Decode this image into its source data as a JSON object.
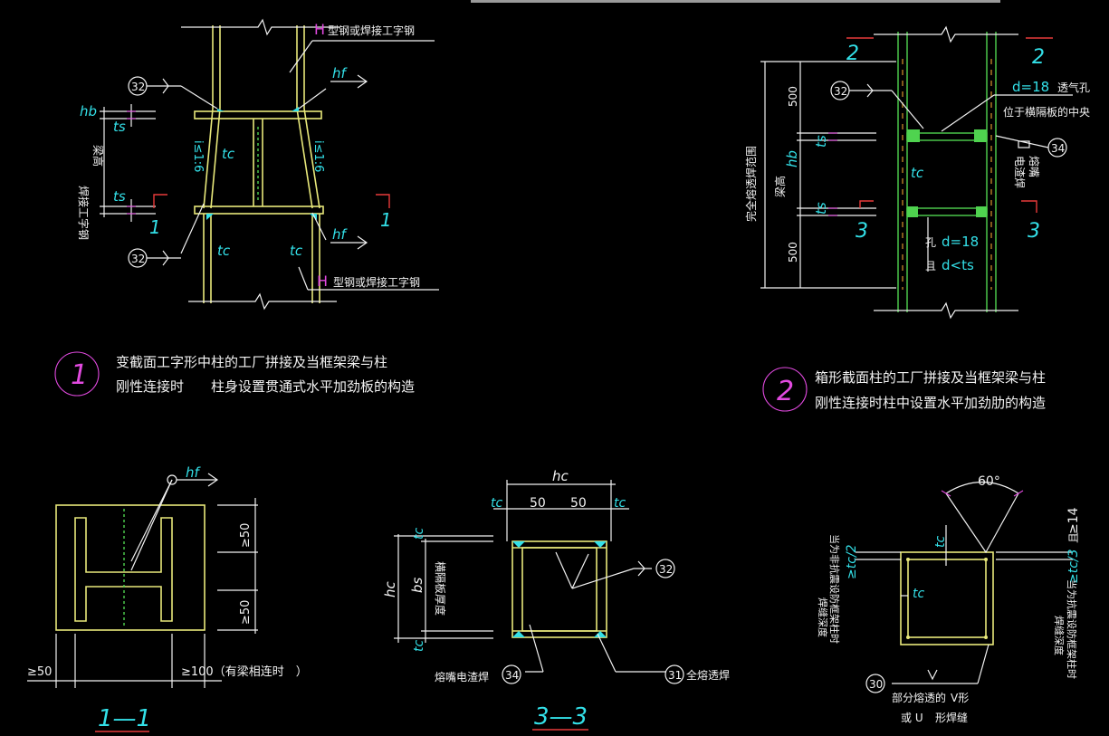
{
  "colors": {
    "background": "#000000",
    "steel": "#e8e87a",
    "dimension": "#f2f2f2",
    "text_cyan": "#33e0e8",
    "hatch": "#4fd34f",
    "circle": "#e24ae0",
    "section_mark": "#e83a3a",
    "weld_hatch": "#c98a2a"
  },
  "detail1": {
    "label_h_top": "H",
    "note_top": "型钢或焊接工字钢",
    "label_h_bottom": "H",
    "note_bottom": "型钢或焊接工字钢",
    "hf_top": "hf",
    "hf_bottom": "hf",
    "weld_32_top": "32",
    "weld_32_bottom": "32",
    "hb": "hb",
    "ts_top": "ts",
    "ts_bottom": "ts",
    "beam_height": "梁高",
    "welded_i": "焊接工字钢",
    "tc_mid": "tc",
    "tc_left": "tc",
    "tc_right": "tc",
    "slope_left": "i≤1:6",
    "slope_right": "i≤1:6",
    "sec_left": "1",
    "sec_right": "1",
    "circle_num": "1",
    "caption_line1": "变截面工字形中柱的工厂拼接及当框架梁与柱",
    "caption_line2": "刚性连接时　　柱身设置贯通式水平加劲板的构造"
  },
  "detail2": {
    "sec_top_left": "2",
    "sec_top_right": "2",
    "sec_bot_left": "3",
    "sec_bot_right": "3",
    "dim_500_top": "500",
    "dim_500_bot": "500",
    "hb": "hb",
    "ts_top": "ts",
    "ts_bottom": "ts",
    "tc": "tc",
    "full_pen": "完全熔透焊范围",
    "beam_height": "梁高",
    "weld_32": "32",
    "weld_34": "34",
    "hole_d": "d=18",
    "vent_hole": "透气孔",
    "center_note": "位于横隔板的中央",
    "ess": "熔嘴",
    "ess2": "电渣焊",
    "hole_label": "孔",
    "hole_d2": "d=18",
    "hole_and": "且",
    "hole_cond": "d<ts",
    "circle_num": "2",
    "caption_line1": "箱形截面柱的工厂拼接及当框架梁与柱",
    "caption_line2": "刚性连接时柱中设置水平加劲肋的构造"
  },
  "section11": {
    "hf": "hf",
    "ge50_top": "≥50",
    "ge50_mid": "≥50",
    "ge50_left": "≥50",
    "ge100": "≥100（有梁相连时　）",
    "title": "1—1"
  },
  "section33": {
    "hc_top": "hc",
    "tc_l": "tc",
    "tc_r": "tc",
    "d50_l": "50",
    "d50_r": "50",
    "tc_top": "tc",
    "hc_side": "hc",
    "bs": "bs",
    "tc_bot": "tc",
    "plate_thk": "横隔板厚度",
    "weld_32": "32",
    "weld_34": "34",
    "ess": "熔嘴电渣焊",
    "weld_31": "31",
    "full_pen": "全熔透焊",
    "title": "3—3"
  },
  "corner": {
    "angle": "60°",
    "tc_top": "tc",
    "tc_left": "tc",
    "left_dim": "≥tc/2",
    "left_note1": "当为非抗震设防框架柱时",
    "left_note2": "焊缝深度",
    "right_dim": "≥tc/3",
    "right_and": "且",
    "right_14": "≥14",
    "right_note1": "当为抗震设防框架柱时",
    "right_note2": "焊缝深度",
    "weld_30": "30",
    "partial": "部分熔透的",
    "v": "V形",
    "or_u": "或 U",
    "groove": "形焊缝"
  }
}
